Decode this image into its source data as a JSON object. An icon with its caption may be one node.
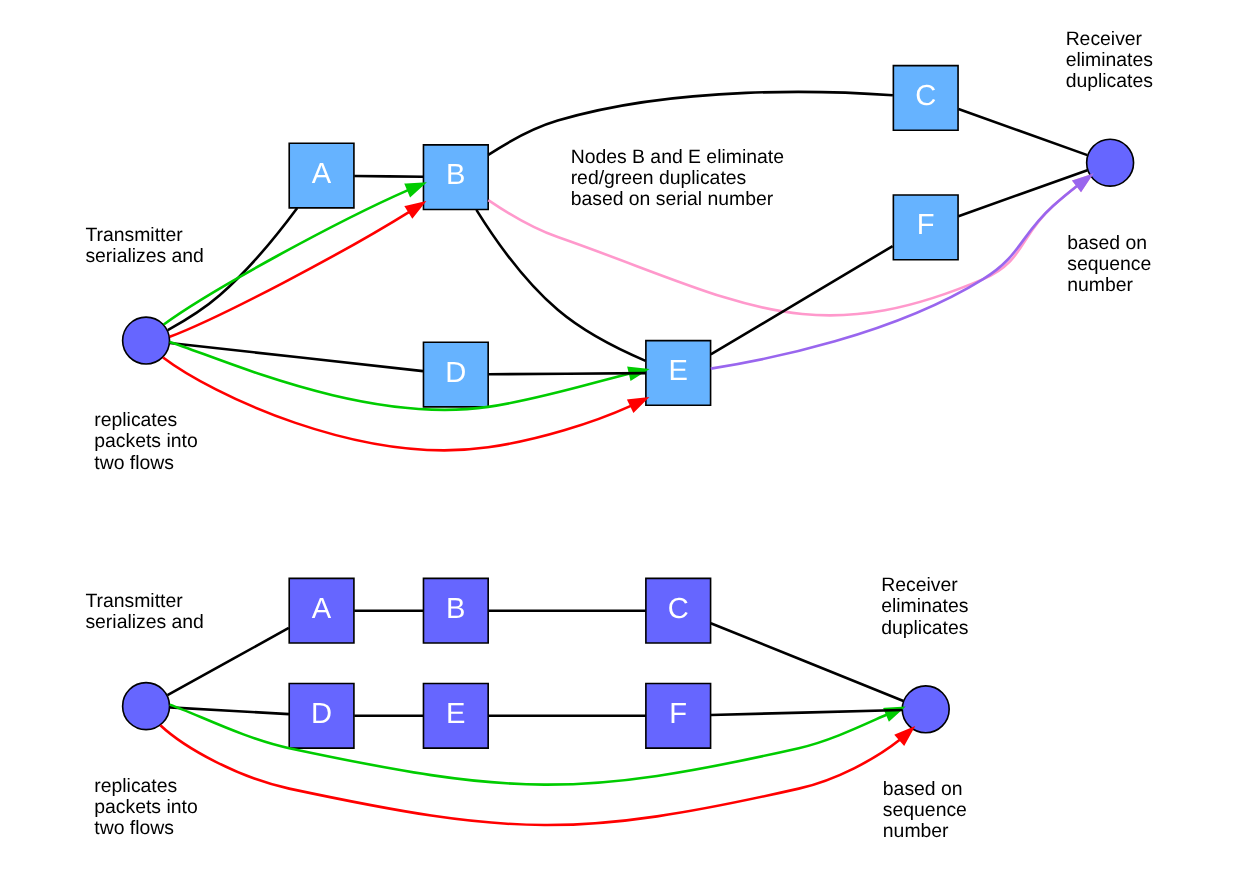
{
  "diagram": {
    "nodes": [
      {
        "text": [],
        "shape": "circle",
        "beside": [
          "Transmitter serializes and",
          "replicates packets into two flows"
        ]
      },
      {
        "text": [
          "A"
        ]
      },
      {
        "text": [
          "B"
        ]
      },
      {
        "text": [
          "C"
        ]
      },
      {
        "text": [
          "D"
        ]
      },
      {
        "text": [
          "E"
        ]
      },
      {
        "text": [
          "F"
        ]
      },
      {
        "text": [],
        "shape": "circle",
        "beside": [
          "Receiver eliminates duplicates",
          "based on sequence number"
        ]
      },
      {
        "text": [],
        "shape": "circle",
        "beside": [
          "Transmitter serializes and",
          "replicates packets into two flows"
        ]
      },
      {
        "text": [
          "A"
        ]
      },
      {
        "text": [
          "B"
        ]
      },
      {
        "text": [
          "C"
        ]
      },
      {
        "text": [
          "D"
        ]
      },
      {
        "text": [
          "E"
        ]
      },
      {
        "text": [
          "F"
        ]
      },
      {
        "text": [],
        "shape": "circle",
        "beside": [
          "Receiver eliminates duplicates",
          "based on sequence number"
        ]
      }
    ],
    "edges": [
      {
        "from": 0,
        "to": 1,
        "arrow": "none"
      },
      {
        "from": 1,
        "to": 2,
        "arrow": "none"
      },
      {
        "from": 2,
        "to": 3,
        "arrow": "none"
      },
      {
        "from": 3,
        "to": 7,
        "arrow": "none"
      },
      {
        "from": 0,
        "to": 4,
        "arrow": "none"
      },
      {
        "from": 4,
        "to": 5,
        "arrow": "none"
      },
      {
        "from": 5,
        "to": 6,
        "arrow": "none"
      },
      {
        "from": 6,
        "to": 7,
        "arrow": "none"
      },
      {
        "from": 0,
        "to": 7,
        "arrow": "to",
        "color": "#ff0000"
      },
      {
        "from": 0,
        "to": 7,
        "arrow": "to",
        "color": "#00cc00"
      },
      {
        "from": 8,
        "to": 9,
        "arrow": "none"
      },
      {
        "from": 9,
        "to": 10,
        "arrow": "none"
      },
      {
        "from": 10,
        "to": 11,
        "arrow": "none"
      },
      {
        "from": 11,
        "to": 15,
        "arrow": "none"
      },
      {
        "from": 8,
        "to": 12,
        "arrow": "none"
      },
      {
        "from": 12,
        "to": 13,
        "arrow": "none"
      },
      {
        "from": 13,
        "to": 14,
        "arrow": "none"
      },
      {
        "from": 14,
        "to": 15,
        "arrow": "none"
      },
      {
        "from": 10,
        "to": 13,
        "arrow": "none"
      },
      {
        "from": 8,
        "to": 10,
        "arrow": "to",
        "color": "#ff0000"
      },
      {
        "from": 8,
        "to": 13,
        "arrow": "to",
        "color": "#ff0000"
      },
      {
        "from": 8,
        "to": 13,
        "arrow": "to",
        "color": "#00cc00"
      },
      {
        "from": 8,
        "to": 10,
        "arrow": "to",
        "color": "#00cc00"
      },
      {
        "from": 10,
        "to": 15,
        "arrow": "to",
        "color": "#ff99cc"
      },
      {
        "from": 13,
        "to": 15,
        "arrow": "to",
        "color": "#9966ee"
      }
    ],
    "labels": [
      "Nodes B and E eliminate red/green duplicates based on serial number"
    ]
  }
}
